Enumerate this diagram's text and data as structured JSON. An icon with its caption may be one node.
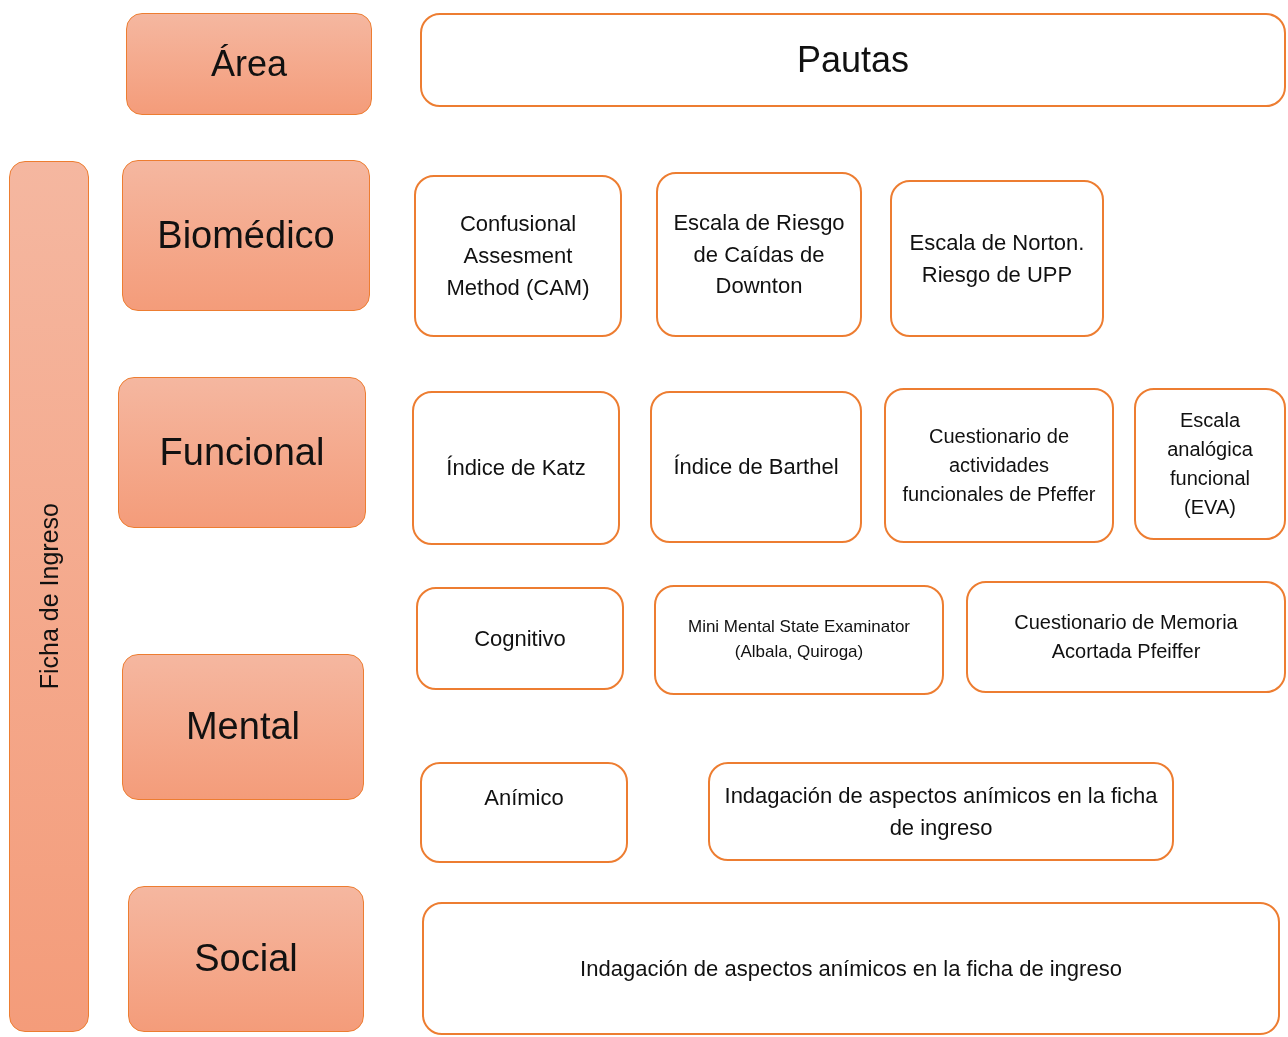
{
  "diagram": {
    "nodes": [
      {
        "text": [
          "Área"
        ]
      },
      {
        "text": [
          "Pautas"
        ]
      },
      {
        "text": [
          "Ficha de Ingreso"
        ]
      },
      {
        "text": [
          "Biomédico"
        ]
      },
      {
        "text": [
          "Confusional Assesment Method (CAM)"
        ]
      },
      {
        "text": [
          "Escala de Riesgo de Caídas de Downton"
        ]
      },
      {
        "text": [
          "Escala de Norton. Riesgo de UPP"
        ]
      },
      {
        "text": [
          "Funcional"
        ]
      },
      {
        "text": [
          "Índice de Katz"
        ]
      },
      {
        "text": [
          "Índice de Barthel"
        ]
      },
      {
        "text": [
          "Cuestionario de actividades funcionales de Pfeffer"
        ]
      },
      {
        "text": [
          "Escala analógica funcional (EVA)"
        ]
      },
      {
        "text": [
          "Cognitivo"
        ]
      },
      {
        "text": [
          "Mini Mental State Examinator (Albala, Quiroga)"
        ]
      },
      {
        "text": [
          "Cuestionario de Memoria Acortada Pfeiffer"
        ]
      },
      {
        "text": [
          "Mental"
        ]
      },
      {
        "text": [
          "Anímico"
        ]
      },
      {
        "text": [
          "Indagación de aspectos anímicos en la ficha de ingreso"
        ]
      },
      {
        "text": [
          "Social"
        ]
      },
      {
        "text": [
          "Indagación de aspectos anímicos en la ficha de ingreso"
        ]
      }
    ]
  }
}
